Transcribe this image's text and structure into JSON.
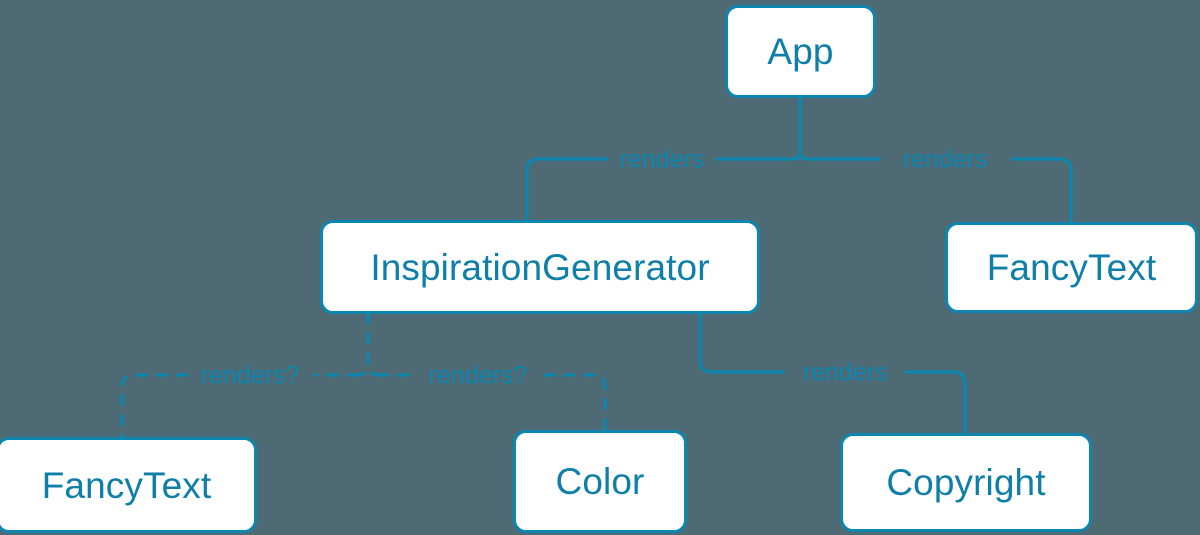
{
  "diagram": {
    "type": "component-tree",
    "background_color": "#4d6a75",
    "accent_color": "#0e87b0",
    "node_fill_color": "#ffffff",
    "node_text_color": "#0e7fa8",
    "nodes": [
      {
        "id": "app",
        "label": "App"
      },
      {
        "id": "inspiration",
        "label": "InspirationGenerator"
      },
      {
        "id": "fancytext_right",
        "label": "FancyText"
      },
      {
        "id": "fancytext_left",
        "label": "FancyText"
      },
      {
        "id": "color",
        "label": "Color"
      },
      {
        "id": "copyright",
        "label": "Copyright"
      }
    ],
    "edges": [
      {
        "id": "app_to_inspiration",
        "from": "app",
        "to": "inspiration",
        "label": "renders",
        "style": "solid"
      },
      {
        "id": "app_to_fancytext_right",
        "from": "app",
        "to": "fancytext_right",
        "label": "renders",
        "style": "solid"
      },
      {
        "id": "inspiration_to_fancytext",
        "from": "inspiration",
        "to": "fancytext_left",
        "label": "renders?",
        "style": "dashed"
      },
      {
        "id": "inspiration_to_color",
        "from": "inspiration",
        "to": "color",
        "label": "renders?",
        "style": "dashed"
      },
      {
        "id": "inspiration_to_copyright",
        "from": "inspiration",
        "to": "copyright",
        "label": "renders",
        "style": "solid"
      }
    ]
  }
}
